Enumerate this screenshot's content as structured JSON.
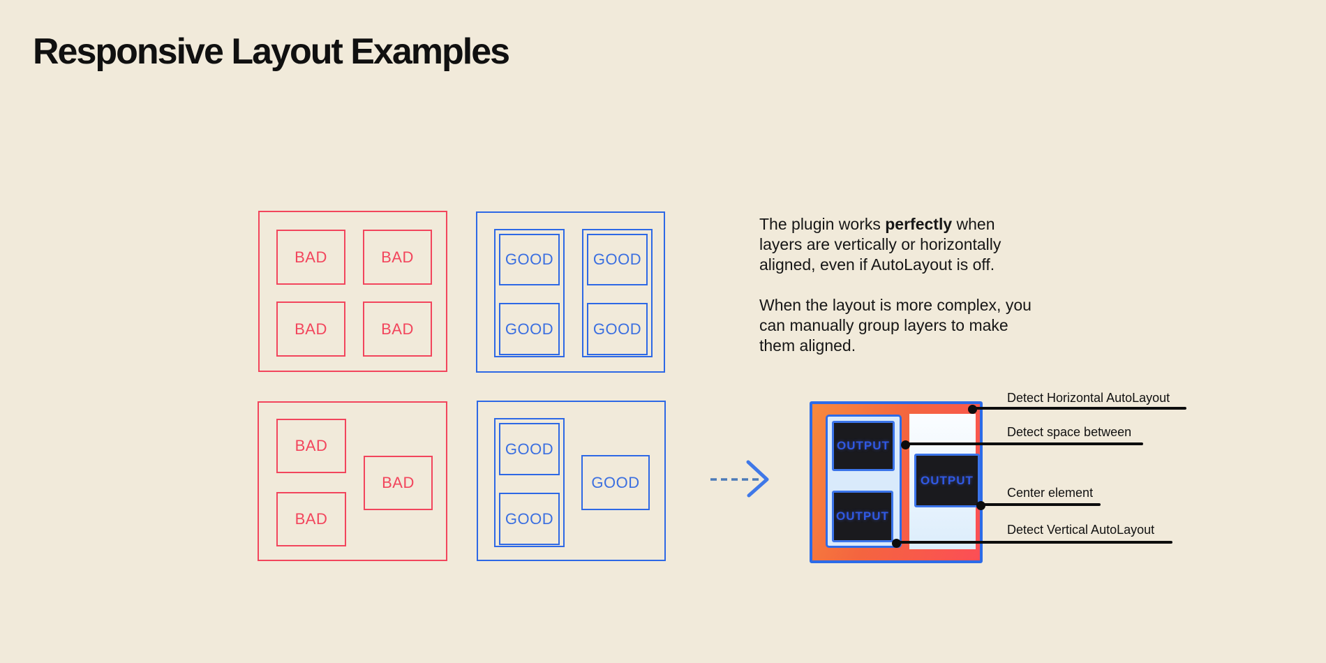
{
  "title": "Responsive Layout Examples",
  "labels": {
    "bad": "BAD",
    "good": "GOOD",
    "output": "OUTPUT"
  },
  "description": {
    "p1_line1_pre": "The plugin works ",
    "p1_line1_bold": "perfectly",
    "p1_line1_post": " when",
    "p1_line2": "layers are vertically or horizontally",
    "p1_line3": "aligned, even if AutoLayout is off.",
    "p2_line1": "When the layout is more complex, you",
    "p2_line2": "can manually group layers to make",
    "p2_line3": "them aligned."
  },
  "annotations": [
    {
      "label": "Detect Horizontal AutoLayout"
    },
    {
      "label": "Detect space between"
    },
    {
      "label": "Center element"
    },
    {
      "label": "Detect Vertical AutoLayout"
    }
  ],
  "colors": {
    "background": "#F1EADA",
    "bad_red": "#F2455C",
    "good_blue": "#2D68E5",
    "output_frame_blue": "#2C6BE8",
    "gradient_start": "#F78A3D",
    "gradient_end": "#FC4E56",
    "group_fill_light_blue": "#D9EAFB",
    "column_pale_blue": "#DCEDFC",
    "dark_box": "#1A1A1E",
    "output_text_blue": "#3059E3",
    "annotation_black": "#0D0D0D"
  }
}
